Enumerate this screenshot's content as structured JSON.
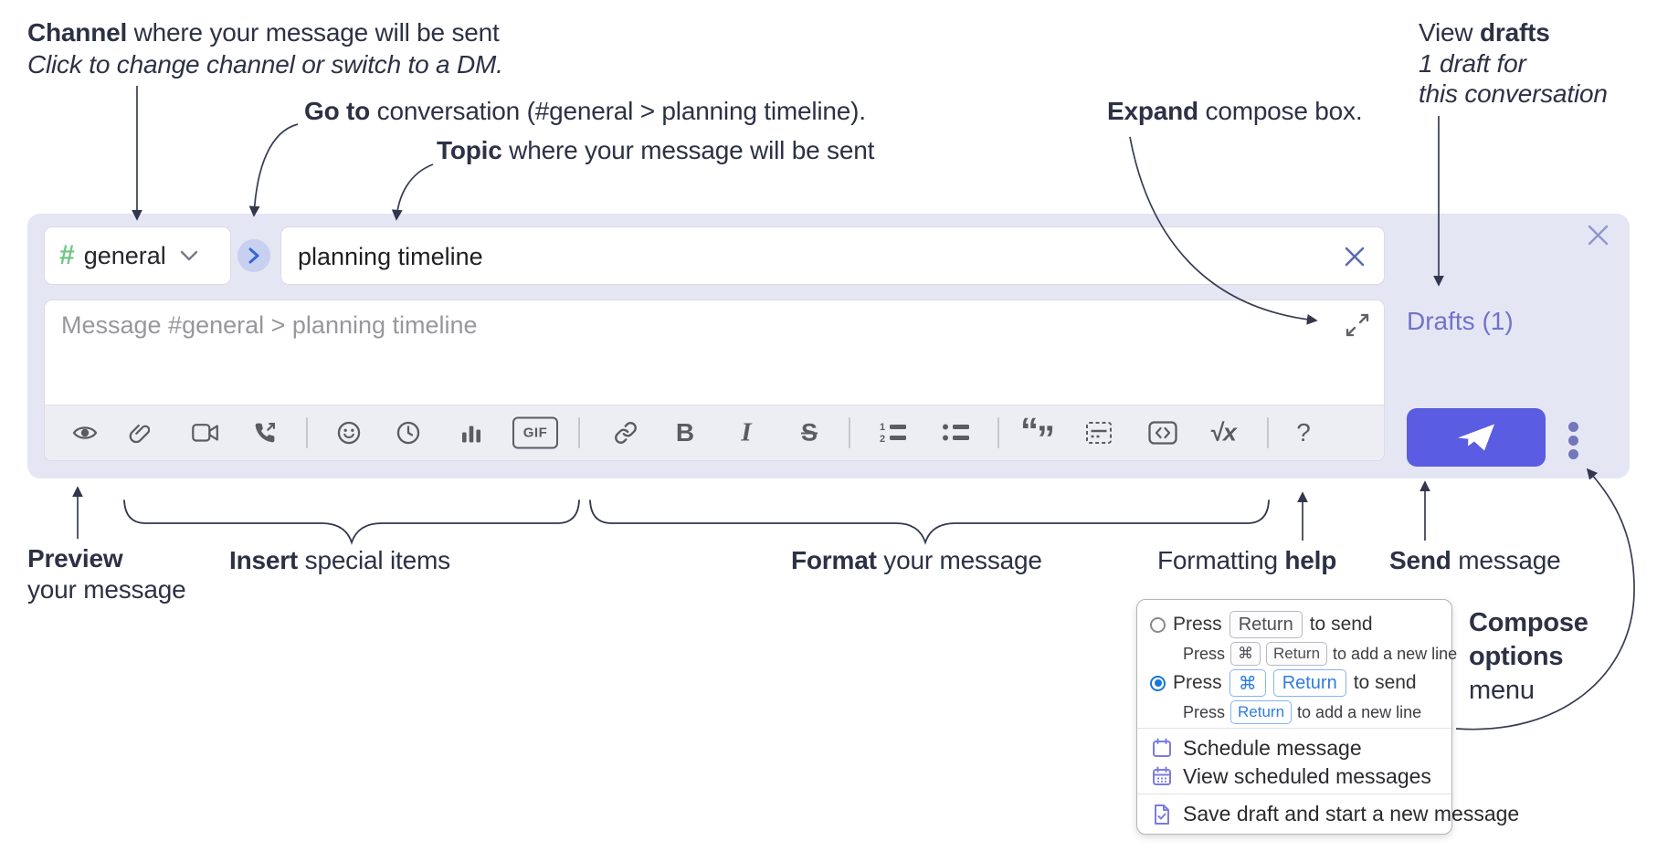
{
  "annotations": {
    "channel": {
      "bold": "Channel",
      "rest": " where your message will be sent",
      "line2": "Click to change channel or switch to a DM."
    },
    "goto": {
      "bold": "Go to",
      "rest": " conversation (#general > planning timeline)."
    },
    "topic": {
      "bold": "Topic",
      "rest": " where your message will be sent"
    },
    "expand": {
      "bold": "Expand",
      "rest": " compose box."
    },
    "view_drafts": {
      "pre": "View ",
      "bold": "drafts",
      "line2": "1 draft for",
      "line3": "this conversation"
    },
    "preview": {
      "bold": "Preview",
      "line2": "your message"
    },
    "insert": {
      "bold": "Insert",
      "rest": " special items"
    },
    "format": {
      "bold": "Format",
      "rest": " your message"
    },
    "formatting_help": {
      "pre": "Formatting ",
      "bold": "help"
    },
    "send": {
      "bold": "Send",
      "rest": " message"
    },
    "compose_options": {
      "line1": "Compose",
      "line2": "options",
      "line3": "menu"
    }
  },
  "compose": {
    "channel_hash": "#",
    "channel_name": "general",
    "topic_value": "planning timeline",
    "message_placeholder": "Message #general > planning timeline",
    "drafts_label": "Drafts (1)",
    "toolbar_icons": [
      "preview-eye",
      "attach-paperclip",
      "video-call",
      "voice-call",
      "emoji",
      "time",
      "poll",
      "gif",
      "link",
      "bold",
      "italic",
      "strikethrough",
      "numbered-list",
      "bulleted-list",
      "quote",
      "spoiler",
      "code",
      "math",
      "help"
    ],
    "toolbar_labels": {
      "gif": "GIF",
      "bold": "B",
      "italic": "I",
      "strike": "S",
      "num1": "1",
      "num2": "2",
      "quote_open": "“",
      "quote_close": "”",
      "math": "√x",
      "help": "?"
    }
  },
  "options_menu": {
    "rows": [
      {
        "selected": false,
        "press": "Press",
        "key1": "Return",
        "suffix": "to send",
        "sub_press": "Press",
        "sub_key1": "⌘",
        "sub_key2": "Return",
        "sub_suffix": "to add a new line"
      },
      {
        "selected": true,
        "press": "Press",
        "key1": "⌘",
        "key2": "Return",
        "suffix": "to send",
        "sub_press": "Press",
        "sub_key1": "Return",
        "sub_suffix": "to add a new line"
      }
    ],
    "items": [
      {
        "label": "Schedule message",
        "icon": "calendar-icon"
      },
      {
        "label": "View scheduled messages",
        "icon": "calendar-grid-icon"
      },
      {
        "label": "Save draft and start a new message",
        "icon": "save-draft-icon"
      }
    ]
  },
  "colors": {
    "compose_bg": "#e4e6f4",
    "send_button": "#5a5ce1",
    "drafts_link": "#7173c9",
    "hash_green": "#6ec584",
    "goto_blue": "#3465d6",
    "selected_radio": "#1676d9",
    "menu_icon_purple": "#7b7ce0",
    "annotation_text": "#2c3145"
  }
}
